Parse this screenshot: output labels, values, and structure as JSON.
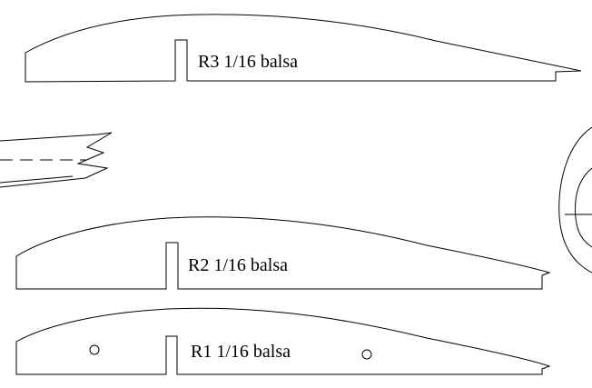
{
  "ribs": [
    {
      "id": "r3",
      "label": "R3 1/16 balsa"
    },
    {
      "id": "r2",
      "label": "R2 1/16 balsa"
    },
    {
      "id": "r1",
      "label": "R1 1/16 balsa"
    }
  ],
  "colors": {
    "line": "#000000",
    "background": "#ffffff"
  }
}
